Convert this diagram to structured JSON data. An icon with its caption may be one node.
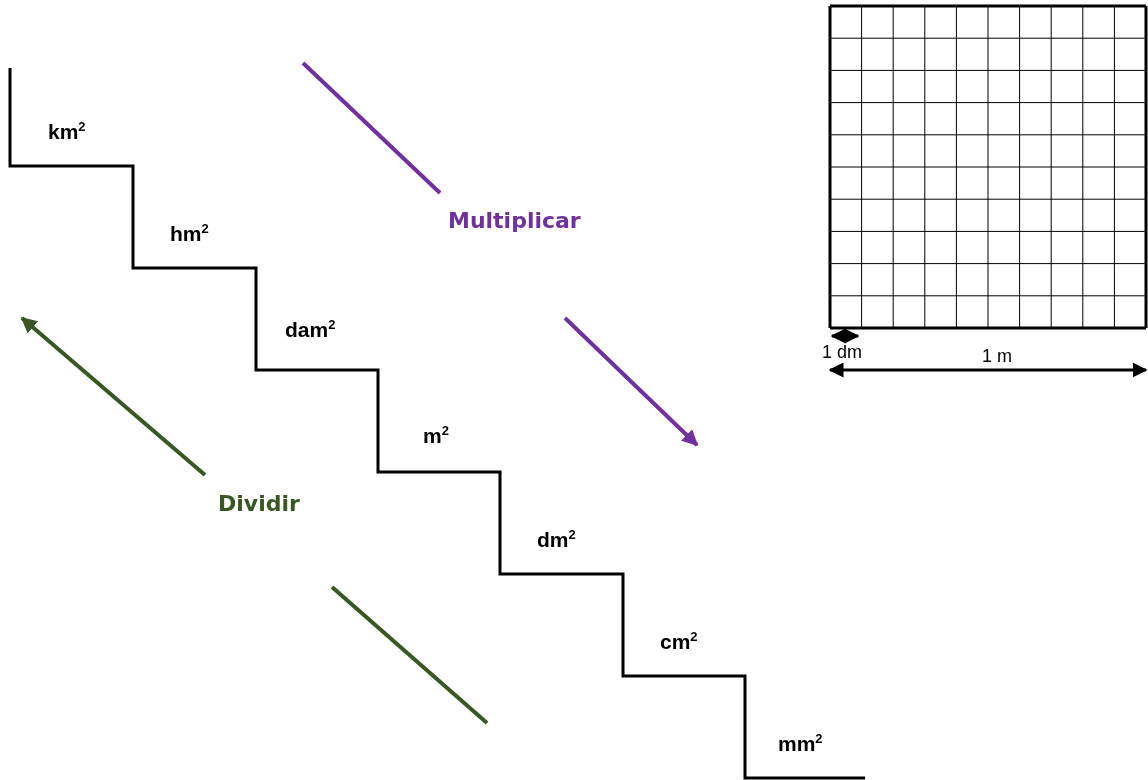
{
  "diagram": {
    "labels": [
      "km$^{2}$",
      "hm$^{2}$",
      "dam$^{2}$",
      "m$^{2}$",
      "dm$^{2}$",
      "cm$^{2}$",
      "mm$^{2}$",
      "Multiplicar",
      "Dividir",
      "1 dm",
      "1 m"
    ]
  }
}
